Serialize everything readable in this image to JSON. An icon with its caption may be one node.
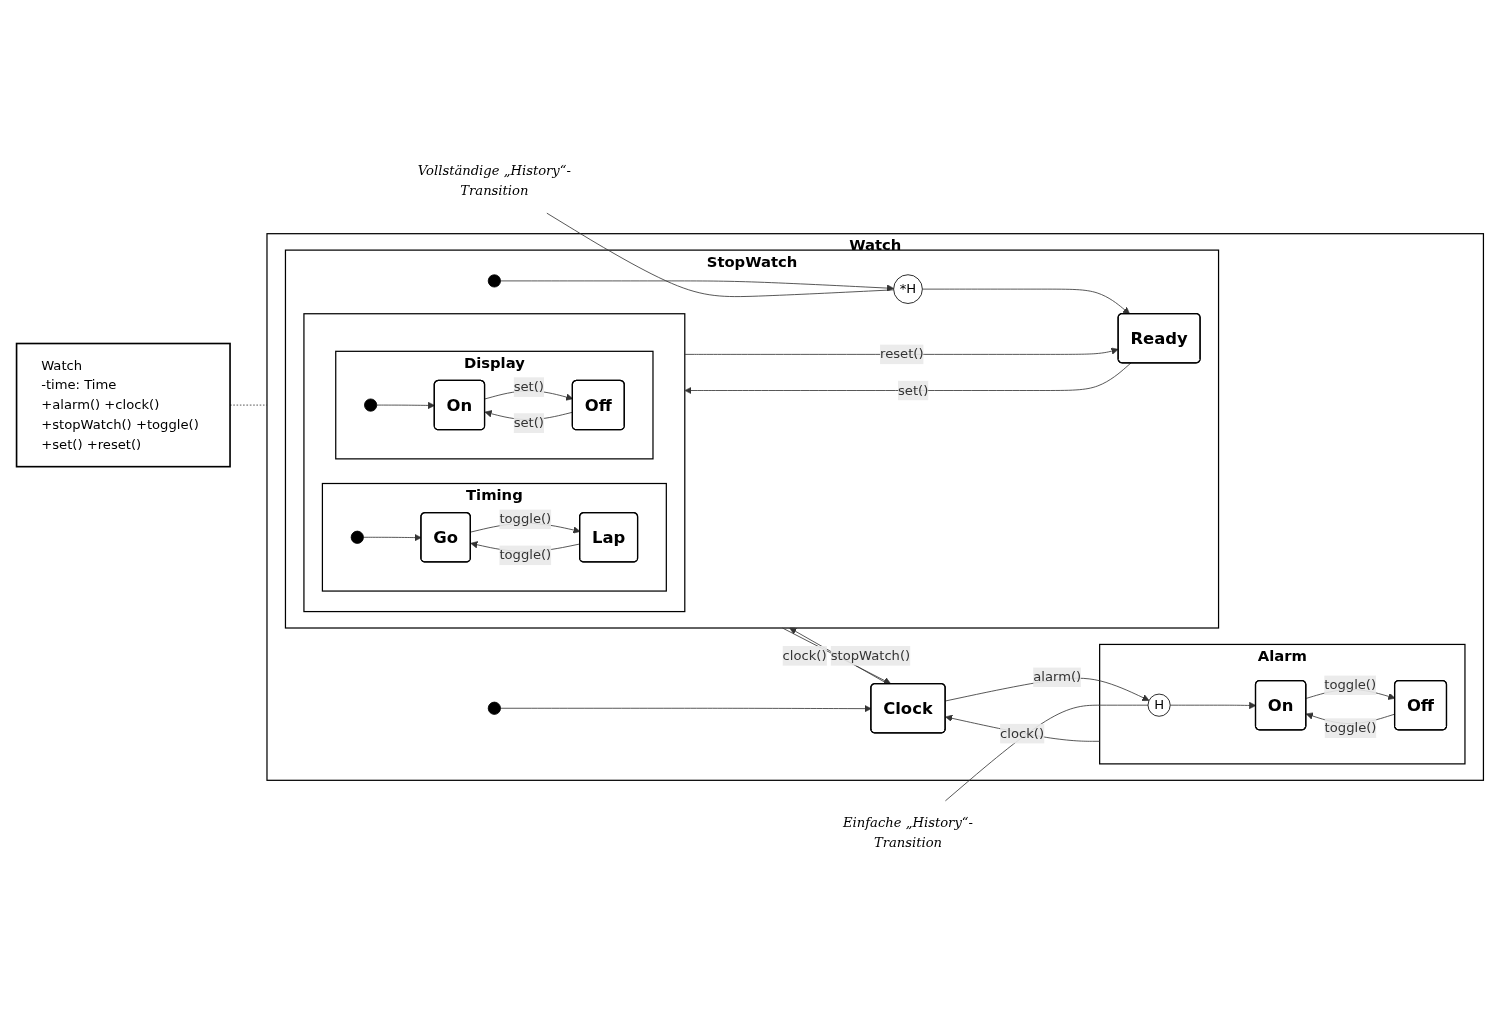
{
  "diagram": {
    "nodes": [
      {
        "text": [
          "Watch"
        ]
      },
      {
        "text": [],
        "shape": "circle",
        "in": 0
      },
      {
        "text": [
          "Clock"
        ],
        "in": 0
      },
      {
        "text": [
          "Alarm"
        ],
        "in": 0
      },
      {
        "text": [
          "H"
        ],
        "in": 3
      },
      {
        "text": [
          "On"
        ],
        "in": 3
      },
      {
        "text": [
          "Off"
        ],
        "in": 3
      },
      {
        "text": [
          "StopWatch"
        ],
        "in": 0
      },
      {
        "text": [
          "*H"
        ],
        "in": 7
      },
      {
        "text": [],
        "shape": "circle",
        "in": 7
      },
      {
        "text": [
          "Ready"
        ],
        "in": 7
      },
      {
        "text": [],
        "shape": "box",
        "in": 7
      },
      {
        "text": [
          "Timing"
        ],
        "in": 11
      },
      {
        "text": [],
        "shape": "circle",
        "in": 12
      },
      {
        "text": [
          "Go"
        ],
        "in": 12
      },
      {
        "text": [
          "Lap"
        ],
        "in": 12
      },
      {
        "text": [
          "Display"
        ],
        "in": 11
      },
      {
        "text": [],
        "shape": "circle",
        "in": 16
      },
      {
        "text": [
          "On"
        ],
        "in": 16
      },
      {
        "text": [
          "Off"
        ],
        "in": 16
      },
      {
        "text": [
          "Watch",
          "-time: Time",
          "+alarm() +clock() +stopWatch() +toggle() +set() +reset()"
        ]
      },
      {
        "text": [
          "Einfache „History“-Transition"
        ]
      },
      {
        "text": [
          "Vollständige „History“-Transition"
        ]
      }
    ],
    "edges": [
      {
        "from": 1,
        "to": 2,
        "arrow": "to"
      },
      {
        "from": 2,
        "to": 4,
        "label": "alarm()",
        "arrow": "to"
      },
      {
        "from": 3,
        "to": 2,
        "label": "clock()",
        "arrow": "to"
      },
      {
        "from": 4,
        "to": 5,
        "arrow": "to"
      },
      {
        "from": 5,
        "to": 6,
        "label": "toggle()",
        "arrow": "to"
      },
      {
        "from": 6,
        "to": 5,
        "label": "toggle()",
        "arrow": "to"
      },
      {
        "from": 7,
        "to": 2,
        "label": "clock()",
        "arrow": "to"
      },
      {
        "from": 2,
        "to": 7,
        "label": "stopWatch()",
        "arrow": "to"
      },
      {
        "from": 9,
        "to": 8,
        "arrow": "to"
      },
      {
        "from": 8,
        "to": 10,
        "arrow": "to"
      },
      {
        "from": 10,
        "to": 11,
        "label": "set()",
        "arrow": "to"
      },
      {
        "from": 11,
        "to": 10,
        "label": "reset()",
        "arrow": "to"
      },
      {
        "from": 13,
        "to": 14,
        "arrow": "to"
      },
      {
        "from": 14,
        "to": 15,
        "label": "toggle()",
        "arrow": "to"
      },
      {
        "from": 15,
        "to": 14,
        "label": "toggle()",
        "arrow": "to"
      },
      {
        "from": 17,
        "to": 18,
        "arrow": "to"
      },
      {
        "from": 18,
        "to": 19,
        "label": "set()",
        "arrow": "to"
      },
      {
        "from": 19,
        "to": 18,
        "label": "set()",
        "arrow": "to"
      },
      {
        "from": 20,
        "to": 0,
        "arrow": "none",
        "style": "dashed"
      },
      {
        "from": 21,
        "to": 4,
        "arrow": "none"
      },
      {
        "from": 22,
        "to": 8,
        "arrow": "none"
      }
    ]
  }
}
